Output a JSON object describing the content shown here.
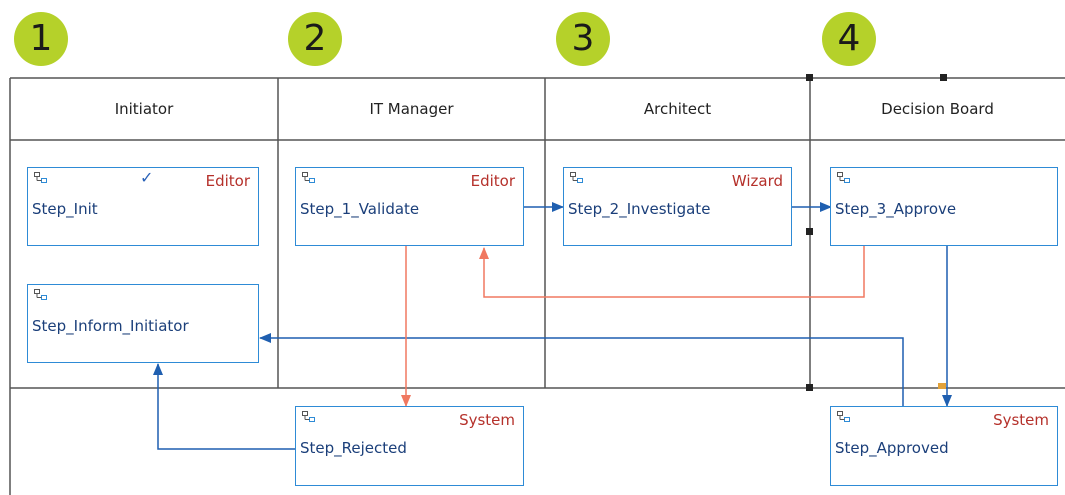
{
  "badges": [
    "1",
    "2",
    "3",
    "4"
  ],
  "lanes": [
    "Initiator",
    "IT Manager",
    "Architect",
    "Decision Board"
  ],
  "steps": {
    "init": {
      "name": "Step_Init",
      "role": "Editor",
      "completed_icon": "checkmark-icon"
    },
    "validate": {
      "name": "Step_1_Validate",
      "role": "Editor"
    },
    "investigate": {
      "name": "Step_2_Investigate",
      "role": "Wizard"
    },
    "approve": {
      "name": "Step_3_Approve",
      "role": ""
    },
    "inform": {
      "name": "Step_Inform_Initiator",
      "role": ""
    },
    "rejected": {
      "name": "Step_Rejected",
      "role": "System"
    },
    "approved": {
      "name": "Step_Approved",
      "role": "System"
    }
  },
  "colors": {
    "lane_border": "#555555",
    "step_border": "#2e8bd6",
    "forward_edge": "#1f5fb0",
    "reject_edge": "#f07860",
    "role_text": "#b5312b",
    "badge": "#b5d12a"
  }
}
